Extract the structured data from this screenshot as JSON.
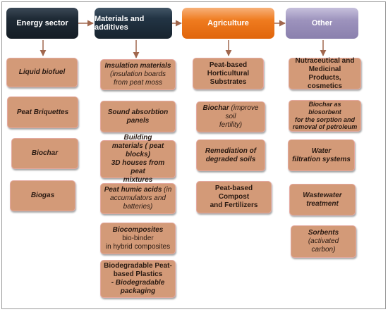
{
  "colors": {
    "energy_header": "#1f2b36",
    "materials_header": "#223444",
    "agriculture_header": "#ef7b1f",
    "other_header": "#9d93bd",
    "box_fill": "#d39a78",
    "arrow": "#a1674d"
  },
  "columns": {
    "energy": {
      "header": "Energy sector",
      "items": {
        "liquid_biofuel": "Liquid biofuel",
        "peat_briquettes": "Peat Briquettes",
        "biochar": "Biochar",
        "biogas": "Biogas"
      }
    },
    "materials": {
      "header": "Materials and additives",
      "items": {
        "insulation_title": "Insulation materials",
        "insulation_detail": "(insulation boards from peat moss",
        "sound_line1": "Sound absorbtion",
        "sound_line2": "panels",
        "building_line1": "Building",
        "building_line2": "materials ( peat blocks)",
        "building_line3": "3D houses from peat",
        "building_line4": "mixtures",
        "humic_title": "Peat humic acids",
        "humic_detail_a": "(in",
        "humic_detail_b": "accumulators and",
        "humic_detail_c": "batteries)",
        "biocomposites_title": "Biocomposites",
        "biocomposites_line2": "bio-binder",
        "biocomposites_line3": "in hybrid composites",
        "plastics_line1": "Biodegradable Peat-",
        "plastics_line2": "based Plastics",
        "plastics_line3": "- Biodegradable",
        "plastics_line4": "packaging"
      }
    },
    "agriculture": {
      "header": "Agriculture",
      "items": {
        "horticultural_line1": "Peat-based",
        "horticultural_line2": "Horticultural",
        "horticultural_line3": "Substrates",
        "biochar_title": "Biochar",
        "biochar_detail_a": "(improve soil",
        "biochar_detail_b": "fertility)",
        "remediation_line1": "Remediation of",
        "remediation_line2": "degraded soils",
        "compost_line1": "Peat-based Compost",
        "compost_line2": "and Fertilizers"
      }
    },
    "other": {
      "header": "Other",
      "items": {
        "nutra_line1": "Nutraceutical and",
        "nutra_line2": "Medicinal Products,",
        "nutra_line3": "cosmetics",
        "biosorbent_line1": "Biochar as biosorbent",
        "biosorbent_line2": "for the sorption and",
        "biosorbent_line3": "removal of petroleum",
        "water_line1": "Water",
        "water_line2": "filtration systems",
        "wastewater_line1": "Wastewater",
        "wastewater_line2": "treatment",
        "sorbents_title": "Sorbents",
        "sorbents_detail_a": "(activated",
        "sorbents_detail_b": "carbon)"
      }
    }
  }
}
